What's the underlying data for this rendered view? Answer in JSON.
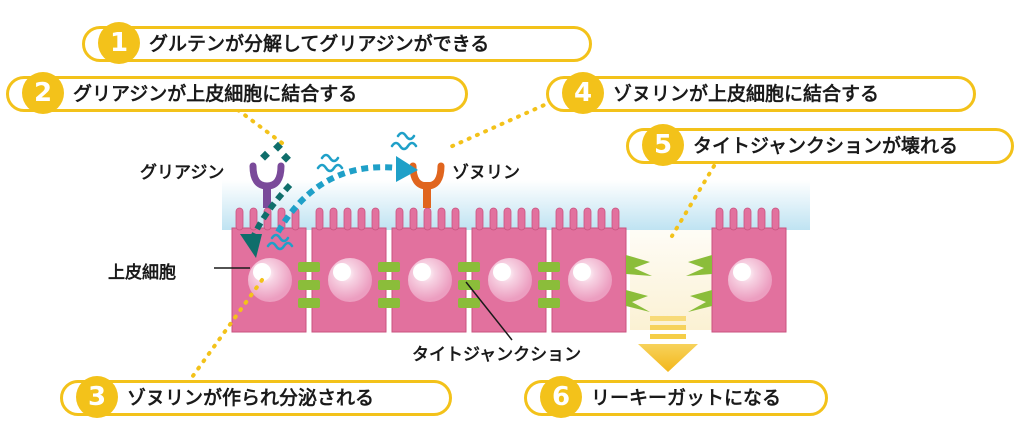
{
  "steps": [
    {
      "num": "1",
      "text": "グルテンが分解してグリアジンができる"
    },
    {
      "num": "2",
      "text": "グリアジンが上皮細胞に結合する"
    },
    {
      "num": "3",
      "text": "ゾヌリンが作られ分泌される"
    },
    {
      "num": "4",
      "text": "ゾヌリンが上皮細胞に結合する"
    },
    {
      "num": "5",
      "text": "タイトジャンクションが壊れる"
    },
    {
      "num": "6",
      "text": "リーキーガットになる"
    }
  ],
  "labels": {
    "gliadin": "グリアジン",
    "zonulin": "ゾヌリン",
    "epithelial_cell": "上皮細胞",
    "tight_junction": "タイトジャンクション"
  },
  "colors": {
    "accent_yellow": "#f3c21a",
    "cell_pink": "#e2719e",
    "cell_outline": "#c9527f",
    "nucleus_pink": "#ec9ec0",
    "junction_green": "#8bbd3a",
    "arrow_teal": "#1fa0c8",
    "arrow_dark_teal": "#0f6e6b",
    "gliadin_receptor": "#7a4a9a",
    "zonulin_receptor": "#e0651e",
    "mucus_blue": "#bfe3f2",
    "leak_beige": "#fbf1d3"
  }
}
